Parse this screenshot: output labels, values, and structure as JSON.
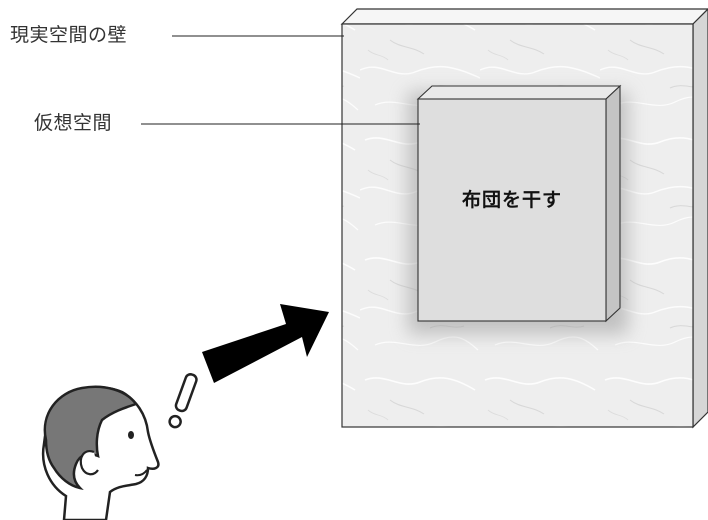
{
  "labels": {
    "real_wall": "現実空間の壁",
    "virtual_space": "仮想空間"
  },
  "panel": {
    "text": "布団を干す"
  },
  "colors": {
    "wall_face": "#eeeeee",
    "wall_side": "#d6d6d6",
    "panel_face": "#dedede",
    "panel_side": "#c4c4c4",
    "arrow": "#000000",
    "hair": "#777777",
    "outline": "#222222"
  },
  "icons": {
    "person": "person-with-exclamation-icon",
    "arrow": "bold-arrow-icon"
  }
}
